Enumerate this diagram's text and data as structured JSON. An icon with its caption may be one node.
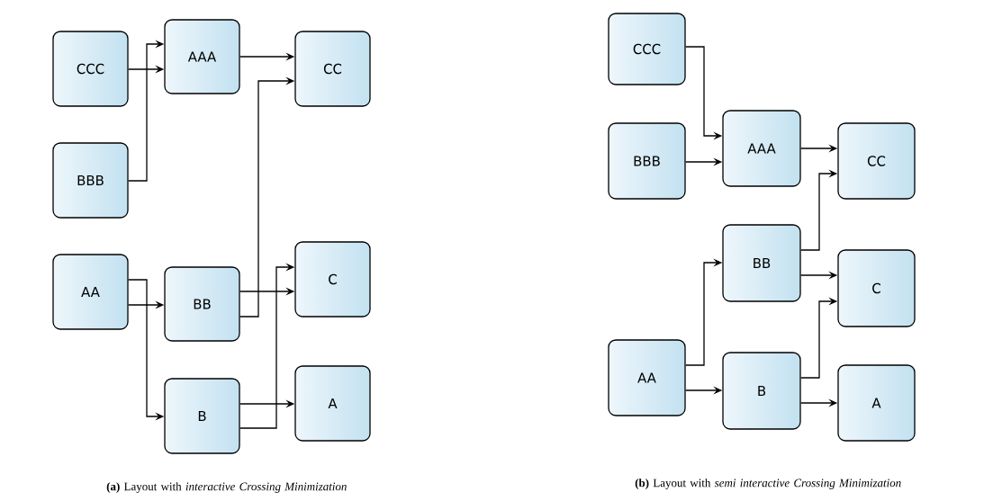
{
  "diagram": {
    "nodes": [
      {
        "text": [
          "CCC"
        ]
      },
      {
        "text": [
          "BBB"
        ]
      },
      {
        "text": [
          "AA"
        ]
      },
      {
        "text": [
          "AAA"
        ]
      },
      {
        "text": [
          "BB"
        ]
      },
      {
        "text": [
          "B"
        ]
      },
      {
        "text": [
          "CC"
        ]
      },
      {
        "text": [
          "C"
        ]
      },
      {
        "text": [
          "A"
        ]
      },
      {
        "text": [
          "CCC"
        ]
      },
      {
        "text": [
          "BBB"
        ]
      },
      {
        "text": [
          "AA"
        ]
      },
      {
        "text": [
          "AAA"
        ]
      },
      {
        "text": [
          "BB"
        ]
      },
      {
        "text": [
          "B"
        ]
      },
      {
        "text": [
          "CC"
        ]
      },
      {
        "text": [
          "C"
        ]
      },
      {
        "text": [
          "A"
        ]
      }
    ],
    "edges": [
      {
        "from": 0,
        "to": 3,
        "arrow": "to"
      },
      {
        "from": 1,
        "to": 3,
        "arrow": "to"
      },
      {
        "from": 3,
        "to": 6,
        "arrow": "to"
      },
      {
        "from": 4,
        "to": 6,
        "arrow": "to"
      },
      {
        "from": 2,
        "to": 4,
        "arrow": "to"
      },
      {
        "from": 2,
        "to": 5,
        "arrow": "to"
      },
      {
        "from": 4,
        "to": 7,
        "arrow": "to"
      },
      {
        "from": 5,
        "to": 7,
        "arrow": "to"
      },
      {
        "from": 5,
        "to": 8,
        "arrow": "to"
      },
      {
        "from": 9,
        "to": 12,
        "arrow": "to"
      },
      {
        "from": 10,
        "to": 12,
        "arrow": "to"
      },
      {
        "from": 12,
        "to": 15,
        "arrow": "to"
      },
      {
        "from": 13,
        "to": 15,
        "arrow": "to"
      },
      {
        "from": 13,
        "to": 16,
        "arrow": "to"
      },
      {
        "from": 11,
        "to": 13,
        "arrow": "to"
      },
      {
        "from": 11,
        "to": 14,
        "arrow": "to"
      },
      {
        "from": 14,
        "to": 16,
        "arrow": "to"
      },
      {
        "from": 14,
        "to": 17,
        "arrow": "to"
      }
    ],
    "labels": [
      "**(a)** Layout with *interactive Crossing Minimization*",
      "**(b)** Layout with *semi interactive Crossing Minimization*"
    ]
  }
}
